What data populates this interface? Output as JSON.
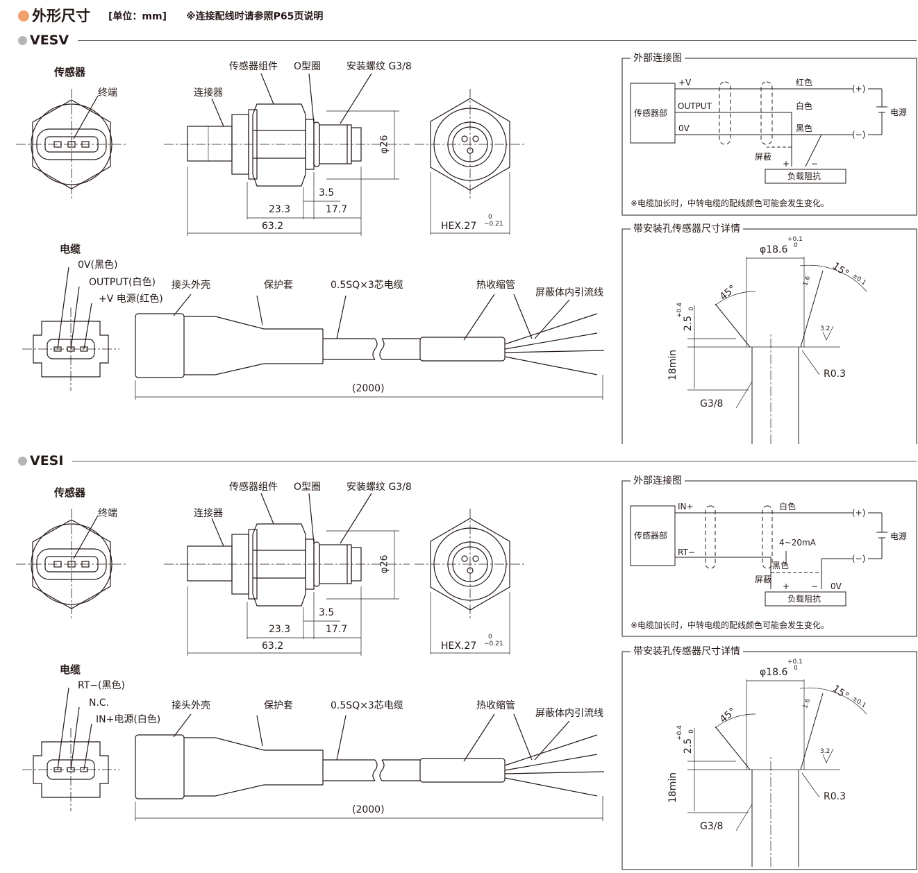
{
  "header": {
    "title": "外形尺寸",
    "unit": "[单位：mm]",
    "note": "※连接配线时请参照P65页说明"
  },
  "models": [
    {
      "name": "VESV",
      "sensor_heading": "传感器",
      "terminal": "终端",
      "labels_top": {
        "component": "传感器组件",
        "oring": "O型圈",
        "thread": "安装螺纹 G3/8",
        "connector": "连接器"
      },
      "dims": {
        "d1": "23.3",
        "d2": "17.7",
        "d3": "3.5",
        "total": "63.2",
        "dia": "φ26",
        "hex": "HEX.27",
        "hex_tol_top": "0",
        "hex_tol_bot": "−0.21"
      },
      "cable_heading": "电缆",
      "pin_labels": [
        "0V(黑色)",
        "OUTPUT(白色)",
        "+V 电源(红色)"
      ],
      "cable_labels": {
        "shell": "接头外壳",
        "sleeve": "保护套",
        "cable": "0.5SQ×3芯电缆",
        "shrink": "热收缩管",
        "shield": "屏蔽体内引流线",
        "length": "(2000)"
      },
      "wiring": {
        "title": "外部连接图",
        "unit_box": "传感器部",
        "lines": [
          "+V",
          "OUTPUT",
          "0V"
        ],
        "colors": [
          "红色",
          "白色",
          "黑色"
        ],
        "plus": "(+)",
        "minus": "(−)",
        "power": "电源",
        "shield": "屏蔽",
        "load": "负载阻抗",
        "pm_plus": "+",
        "pm_minus": "−",
        "note": "※电缆加长时，中转电缆的配线颜色可能会发生变化。"
      },
      "hole": {
        "title": "带安装孔传感器尺寸详情",
        "dia": "φ18.6",
        "dia_tol_top": "+0.1",
        "dia_tol_bot": "0",
        "angle45": "45°",
        "angle15": "15°",
        "angle15_tol": "±0.1",
        "chamfer": "1.6",
        "depth": "2.5",
        "depth_tol_top": "+0.4",
        "depth_tol_bot": "0",
        "min": "18min",
        "rough": "3.2",
        "radius": "R0.3",
        "thread": "G3/8"
      }
    },
    {
      "name": "VESI",
      "sensor_heading": "传感器",
      "terminal": "终端",
      "labels_top": {
        "component": "传感器组件",
        "oring": "O型圈",
        "thread": "安装螺纹 G3/8",
        "connector": "连接器"
      },
      "dims": {
        "d1": "23.3",
        "d2": "17.7",
        "d3": "3.5",
        "total": "63.2",
        "dia": "φ26",
        "hex": "HEX.27",
        "hex_tol_top": "0",
        "hex_tol_bot": "−0.21"
      },
      "cable_heading": "电缆",
      "pin_labels": [
        "RT−(黑色)",
        "N.C.",
        "IN+电源(白色)"
      ],
      "cable_labels": {
        "shell": "接头外壳",
        "sleeve": "保护套",
        "cable": "0.5SQ×3芯电缆",
        "shrink": "热收缩管",
        "shield": "屏蔽体内引流线",
        "length": "(2000)"
      },
      "wiring": {
        "title": "外部连接图",
        "unit_box": "传感器部",
        "lines": [
          "IN+",
          "RT−"
        ],
        "colors": [
          "白色",
          "黑色"
        ],
        "plus": "(+)",
        "minus": "(−)",
        "power": "电源",
        "current": "4~20mA",
        "shield": "屏蔽",
        "load": "负载阻抗",
        "zero_v": "0V",
        "pm_plus": "+",
        "pm_minus": "−",
        "note": "※电缆加长时，中转电缆的配线颜色可能会发生变化。"
      },
      "hole": {
        "title": "带安装孔传感器尺寸详情",
        "dia": "φ18.6",
        "dia_tol_top": "+0.1",
        "dia_tol_bot": "0",
        "angle45": "45°",
        "angle15": "15°",
        "angle15_tol": "±0.1",
        "chamfer": "1.6",
        "depth": "2.5",
        "depth_tol_top": "+0.4",
        "depth_tol_bot": "0",
        "min": "18min",
        "rough": "3.2",
        "radius": "R0.3",
        "thread": "G3/8"
      }
    }
  ]
}
